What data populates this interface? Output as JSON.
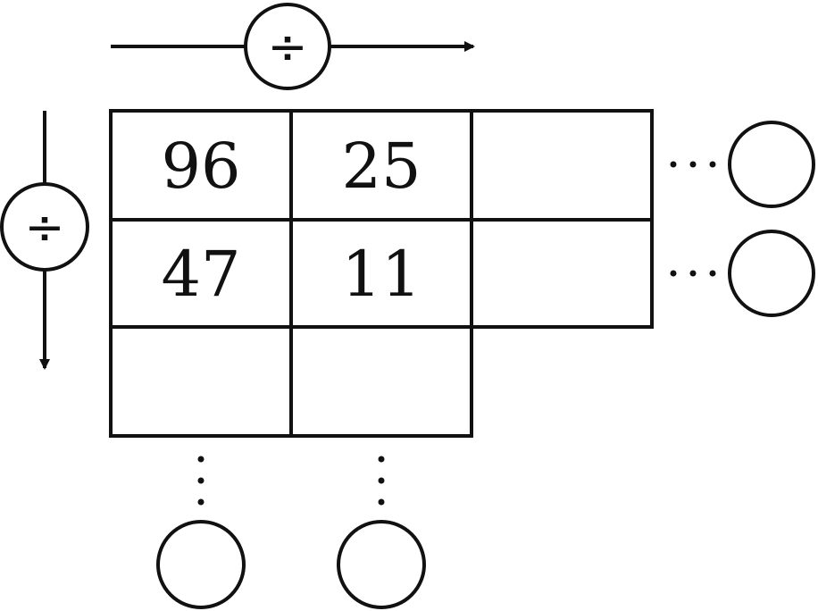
{
  "operator": {
    "horizontal_symbol": "÷",
    "vertical_symbol": "÷"
  },
  "grid": {
    "rows": [
      [
        "96",
        "25",
        ""
      ],
      [
        "47",
        "11",
        ""
      ],
      [
        "",
        "",
        null
      ]
    ]
  },
  "row_results": [
    "",
    ""
  ],
  "column_results": [
    "",
    ""
  ],
  "colors": {
    "stroke": "#111111",
    "background": "#ffffff"
  }
}
